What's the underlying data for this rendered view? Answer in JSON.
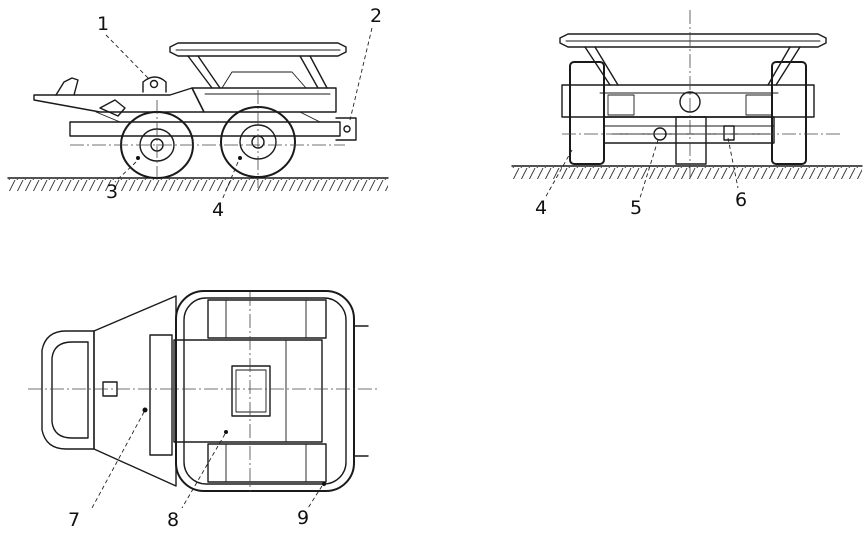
{
  "callouts": {
    "c1": "1",
    "c2": "2",
    "c3": "3",
    "c4a": "4",
    "c4b": "4",
    "c5": "5",
    "c6": "6",
    "c7": "7",
    "c8": "8",
    "c9": "9"
  }
}
